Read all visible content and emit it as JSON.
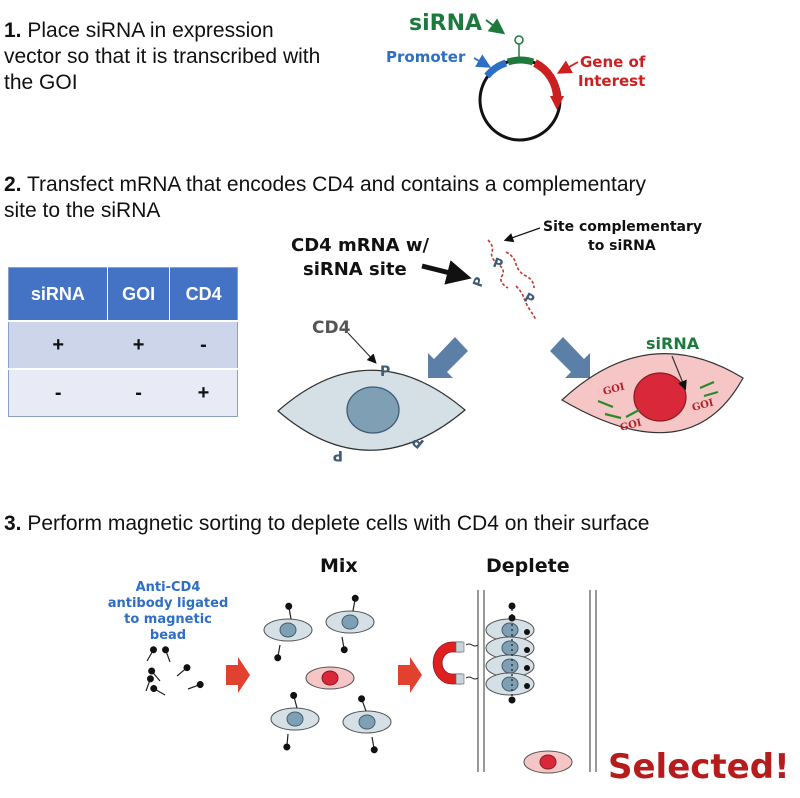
{
  "step1": {
    "num": "1.",
    "text_line1": " Place siRNA in expression",
    "text_line2": "vector so that it is transcribed with",
    "text_line3": "the GOI"
  },
  "step2": {
    "num": "2.",
    "text_line1": " Transfect mRNA that encodes CD4 and contains a complementary",
    "text_line2": "site to the siRNA"
  },
  "step3": {
    "num": "3.",
    "text": " Perform magnetic sorting to deplete cells with CD4 on their surface"
  },
  "plasmid": {
    "sirna_label": "siRNA",
    "promoter_label": "Promoter",
    "gene_label_line1": "Gene of",
    "gene_label_line2": "Interest"
  },
  "mrna": {
    "label_line1": "CD4 mRNA w/",
    "label_line2": "siRNA site",
    "site_label_line1": "Site complementary",
    "site_label_line2": "to siRNA",
    "p_glyph": "P"
  },
  "cells": {
    "cd4_label": "CD4",
    "p_glyph": "P",
    "sirna_label": "siRNA",
    "goi_label": "GOI"
  },
  "table": {
    "headers": [
      "siRNA",
      "GOI",
      "CD4"
    ],
    "rows": [
      [
        "+",
        "+",
        "-"
      ],
      [
        "-",
        "-",
        "+"
      ]
    ]
  },
  "sorting": {
    "antibody_line1": "Anti-CD4",
    "antibody_line2": "antibody ligated",
    "antibody_line3": "to magnetic",
    "antibody_line4": "bead",
    "mix_label": "Mix",
    "deplete_label": "Deplete",
    "selected_label": "Selected!"
  },
  "colors": {
    "green": "#1e7a3c",
    "blue": "#2d6fc4",
    "red": "#cc1f1f",
    "cell_grey": "#d5dfe6",
    "cell_pink": "#f6c6c6",
    "arrow_blue": "#5b7fa6"
  }
}
